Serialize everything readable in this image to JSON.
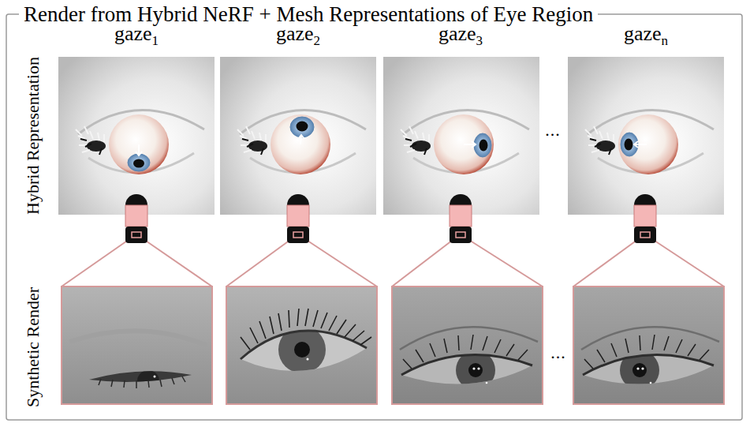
{
  "diagram": {
    "title": "Render from Hybrid NeRF + Mesh Representations of Eye Region",
    "labels": [
      "gaze",
      "1",
      "gaze",
      "2",
      "gaze",
      "3",
      "gaze",
      "n",
      "Hybrid Representation",
      "Synthetic Render",
      "...",
      "..."
    ]
  }
}
